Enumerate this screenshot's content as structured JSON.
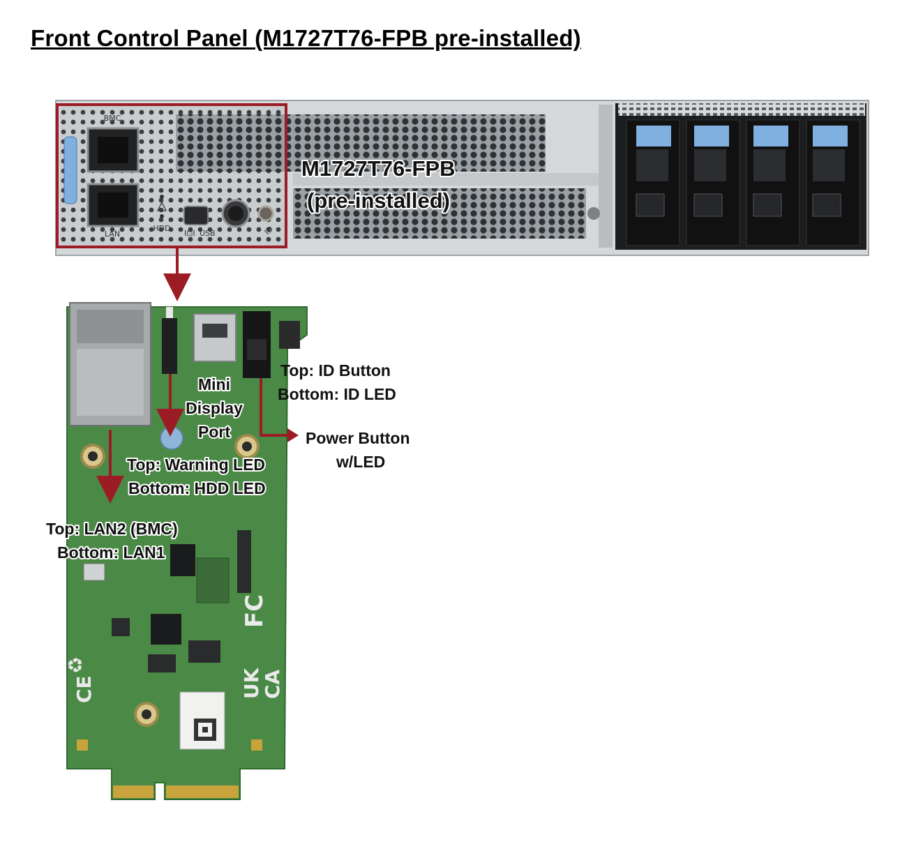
{
  "title": "Front Control Panel (M1727T76-FPB pre-installed)",
  "chassis_labels": {
    "bmc": "BMC",
    "lan": "LAN",
    "hdd": "HDD",
    "usb": "USB",
    "id": "ID"
  },
  "overlay": {
    "line1": "M1727T76-FPB",
    "line2": "(pre-installed)"
  },
  "callouts": {
    "id_top": "Top: ID Button",
    "id_bottom": "Bottom: ID LED",
    "mdp_1": "Mini",
    "mdp_2": "Display",
    "mdp_3": "Port",
    "power_1": "Power Button",
    "power_2": "w/LED",
    "warn_top": "Top: Warning LED",
    "warn_bottom": "Bottom: HDD LED",
    "lan_top": "Top: LAN2 (BMC)",
    "lan_bottom": "Bottom: LAN1"
  },
  "colors": {
    "callout_red": "#9b1c24",
    "pcb_green": "#4a8a46",
    "chassis_silver": "#cfd3d6",
    "drive_blue": "#7fb0e0"
  }
}
